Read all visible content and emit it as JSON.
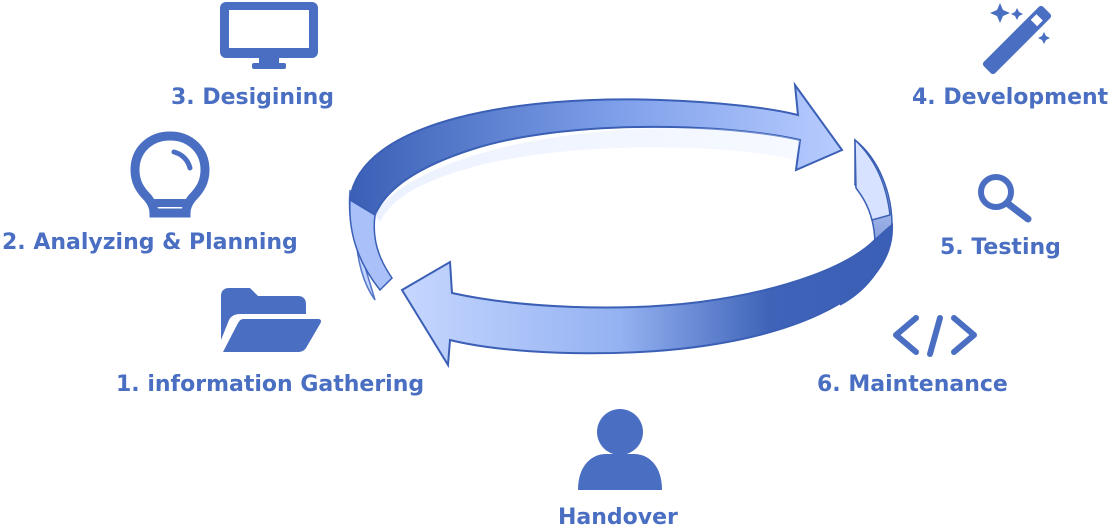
{
  "colors": {
    "icon": "#4a6fc2",
    "text": "#4a6fc2",
    "cycle_dark": "#3a5fb5",
    "cycle_light": "#b3c9ff"
  },
  "steps": [
    {
      "label": "1. information Gathering",
      "icon": "folder-icon"
    },
    {
      "label": "2. Analyzing & Planning",
      "icon": "lightbulb-icon"
    },
    {
      "label": "3. Desigining",
      "icon": "monitor-icon"
    },
    {
      "label": "4. Development",
      "icon": "magic-wand-icon"
    },
    {
      "label": "5. Testing",
      "icon": "magnifier-icon"
    },
    {
      "label": "6. Maintenance",
      "icon": "code-icon"
    },
    {
      "label": "Handover",
      "icon": "user-icon"
    }
  ]
}
